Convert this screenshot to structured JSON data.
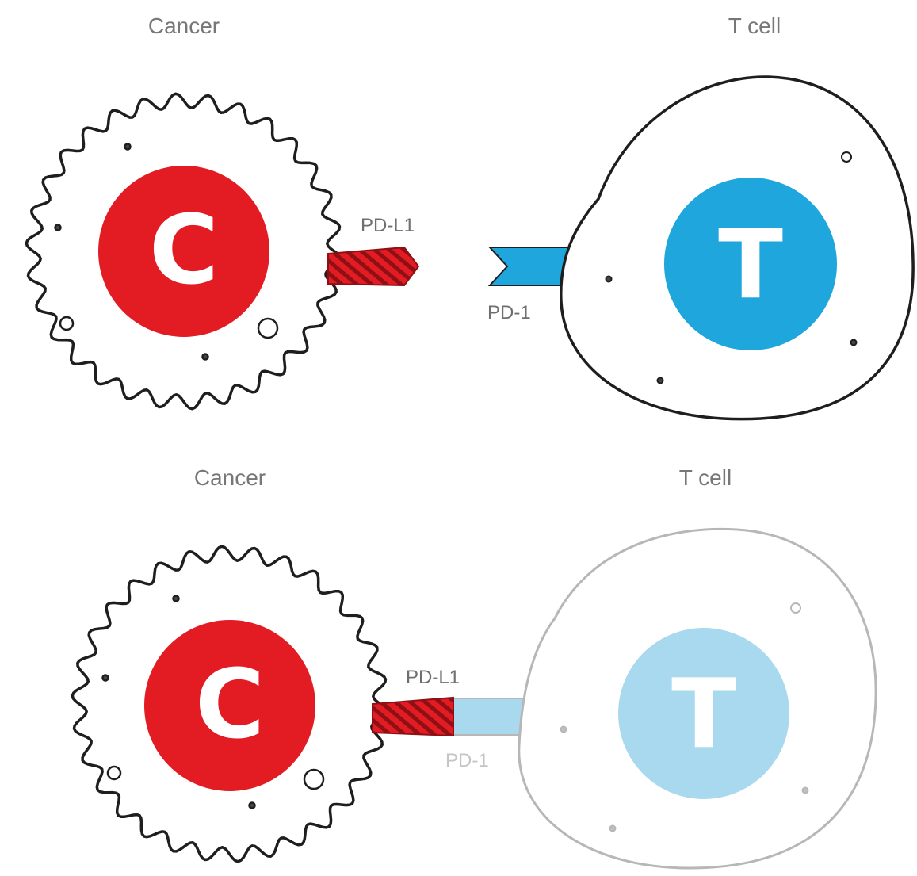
{
  "colors": {
    "cancer_red": "#e31b23",
    "ligand_dark_red": "#8e1015",
    "tcell_blue": "#1ea6dd",
    "tcell_blue_faded": "#a9d9ee",
    "outline_dark": "#1e1e1e",
    "outline_faded": "#b7b7b7",
    "label_gray": "#777777",
    "label_faded": "#c5c5c5"
  },
  "panels": [
    {
      "state": "unbound",
      "cancer": {
        "title": "Cancer",
        "letter": "C"
      },
      "tcell": {
        "title": "T cell",
        "letter": "T",
        "faded": false
      },
      "ligand_label": "PD-L1",
      "receptor_label": "PD-1"
    },
    {
      "state": "bound",
      "cancer": {
        "title": "Cancer",
        "letter": "C"
      },
      "tcell": {
        "title": "T cell",
        "letter": "T",
        "faded": true
      },
      "ligand_label": "PD-L1",
      "receptor_label": "PD-1"
    }
  ]
}
